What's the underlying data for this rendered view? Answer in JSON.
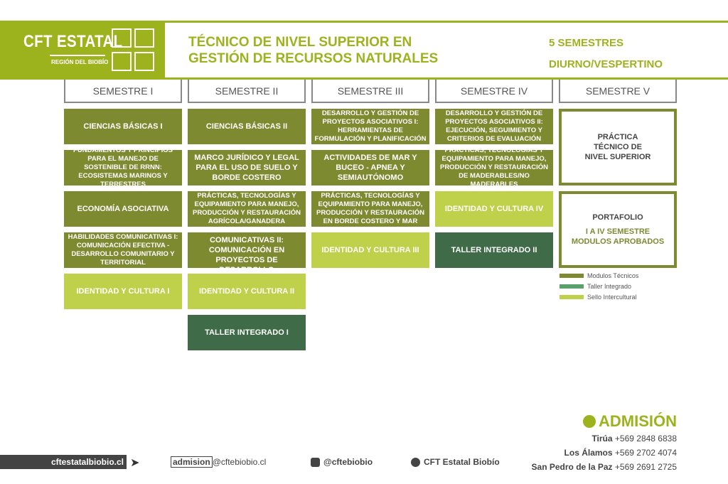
{
  "logo": {
    "name": "CFT ESTATAL",
    "region": "REGIÓN DEL BIOBÍO"
  },
  "title": {
    "line1": "TÉCNICO DE NIVEL SUPERIOR EN",
    "line2": "GESTIÓN DE RECURSOS NATURALES"
  },
  "info": {
    "semesters": "5 SEMESTRES",
    "schedule": "DIURNO/VESPERTINO"
  },
  "semesters": [
    "SEMESTRE I",
    "SEMESTRE II",
    "SEMESTRE III",
    "SEMESTRE IV",
    "SEMESTRE V"
  ],
  "col1": [
    "CIENCIAS BÁSICAS I",
    "FUNDAMENTOS Y PRINCIPIOS PARA EL MANEJO DE SOSTENIBLE DE RRNN: ECOSISTEMAS MARINOS Y TERRESTRES",
    "ECONOMÍA ASOCIATIVA",
    "HABILIDADES COMUNICATIVAS I: COMUNICACIÓN EFECTIVA - DESARROLLO COMUNITARIO Y TERRITORIAL",
    "IDENTIDAD Y CULTURA I"
  ],
  "col2": [
    "CIENCIAS BÁSICAS II",
    "MARCO JURÍDICO Y LEGAL PARA EL USO DE SUELO Y BORDE COSTERO",
    "PRÁCTICAS, TECNOLOGÍAS Y EQUIPAMIENTO PARA MANEJO, PRODUCCIÓN Y RESTAURACIÓN AGRÍCOLA/GANADERA",
    "HABILIDADES COMUNICATIVAS II: COMUNICACIÓN EN PROYECTOS DE DESARROLLO",
    "IDENTIDAD Y CULTURA II",
    "TALLER INTEGRADO I"
  ],
  "col3": [
    "DESARROLLO Y GESTIÓN DE PROYECTOS ASOCIATIVOS I: HERRAMIENTAS DE FORMULACIÓN Y PLANIFICACIÓN",
    "ACTIVIDADES DE MAR Y BUCEO - APNEA Y SEMIAUTÓNOMO",
    "PRÁCTICAS, TECNOLOGÍAS Y EQUIPAMIENTO PARA MANEJO, PRODUCCIÓN Y RESTAURACIÓN EN BORDE COSTERO Y MAR",
    "IDENTIDAD Y CULTURA III"
  ],
  "col4": [
    "DESARROLLO Y GESTIÓN DE PROYECTOS ASOCIATIVOS II: EJECUCIÓN, SEGUIMIENTO Y CRITERIOS DE EVALUACIÓN",
    "PRÁCTICAS, TECNOLOGÍAS Y EQUIPAMIENTO PARA MANEJO, PRODUCCIÓN Y RESTAURACIÓN DE MADERABLES/NO MADERABLES",
    "IDENTIDAD Y CULTURA IV",
    "TALLER INTEGRADO II"
  ],
  "col5": {
    "practica": "PRÁCTICA TÉCNICO DE NIVEL SUPERIOR",
    "portafolio": "PORTAFOLIO",
    "portafolio_sub1": "I A IV SEMESTRE",
    "portafolio_sub2": "MODULOS APROBADOS"
  },
  "legend": [
    "Modulos Técnicos",
    "Taller Integrado",
    "Sello Intercultural"
  ],
  "colors": {
    "tecnico": "#7e8a30",
    "taller": "#3f6b48",
    "sello": "#bfd14a",
    "brand": "#9db31d"
  },
  "footer": {
    "admision": "ADMISIÓN",
    "phones": [
      {
        "place": "Tirúa",
        "num": "+569 2848 6838"
      },
      {
        "place": "Los Álamos",
        "num": "+569 2702 4074"
      },
      {
        "place": "San Pedro de la Paz",
        "num": "+569 2691 2725"
      }
    ],
    "web": "cftestatalbiobio.cl",
    "email_user": "admision",
    "email_domain": "@cftebiobio.cl",
    "instagram": "@cftebiobio",
    "facebook": "CFT Estatal Biobío"
  }
}
